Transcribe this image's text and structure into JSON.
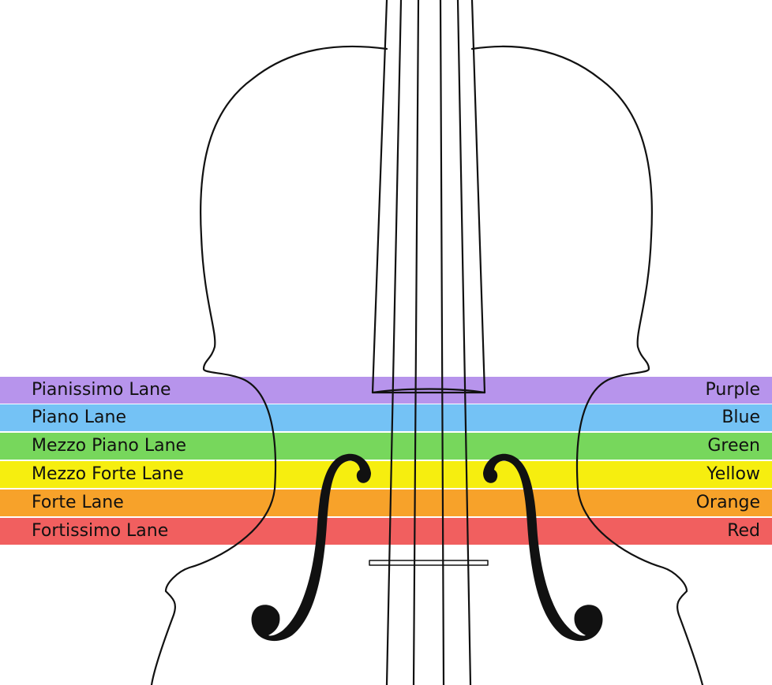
{
  "lanes": [
    {
      "name": "Pianissimo Lane",
      "color_label": "Purple",
      "color": "#b794ec"
    },
    {
      "name": "Piano Lane",
      "color_label": "Blue",
      "color": "#74c2f5"
    },
    {
      "name": "Mezzo Piano Lane",
      "color_label": "Green",
      "color": "#77d75c"
    },
    {
      "name": "Mezzo Forte Lane",
      "color_label": "Yellow",
      "color": "#f6ee0f"
    },
    {
      "name": "Forte Lane",
      "color_label": "Orange",
      "color": "#f7a22a"
    },
    {
      "name": "Fortissimo Lane",
      "color_label": "Red",
      "color": "#f15f5f"
    }
  ],
  "instrument": {
    "icon": "cello-icon",
    "outline_color": "#111111",
    "body_color": "#ffffff"
  }
}
